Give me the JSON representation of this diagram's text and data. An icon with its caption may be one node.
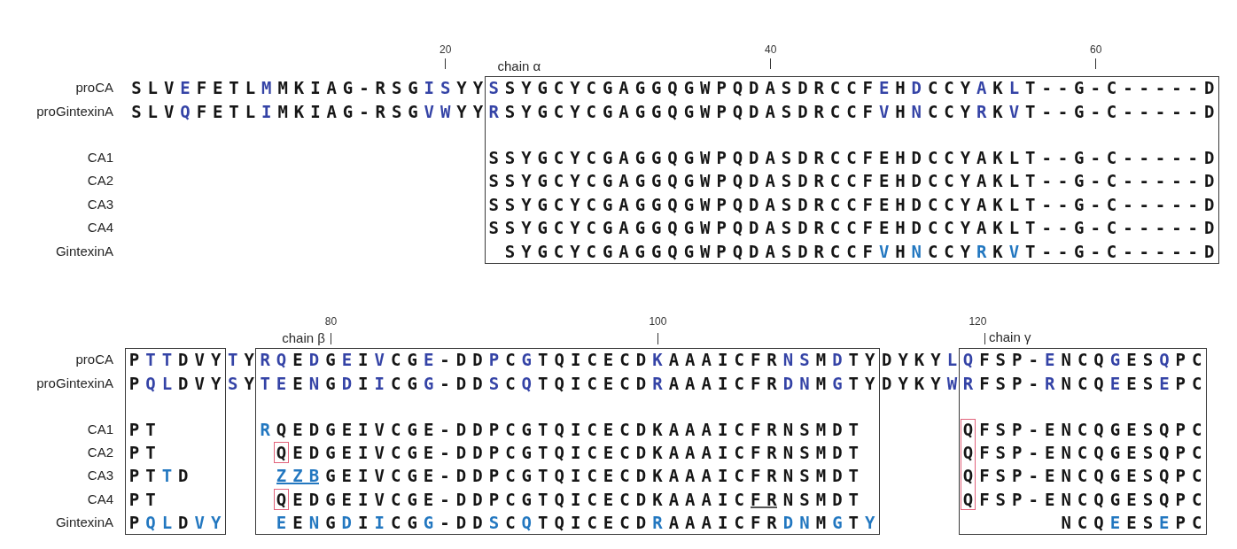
{
  "diagram": {
    "nodes": [
      {
        "text": [
          "chain α",
          "SSYGCYCGAGGQGWPQDASDRCCFEHDCCYAKLT--G-C-----D",
          "RSYGCYCGAGGQGWPQDASDRCCFVHNCCYRKVT--G-C-----D",
          "SSYGCYCGAGGQGWPQDASDRCCFEHDCCYAKLT--G-C-----D",
          "SSYGCYCGAGGQGWPQDASDRCCFEHDCCYAKLT--G-C-----D",
          "SSYGCYCGAGGQGWPQDASDRCCFEHDCCYAKLT--G-C-----D",
          "SSYGCYCGAGGQGWPQDASDRCCFEHDCCYAKLT--G-C-----D",
          "SYGCYCGAGGQGWPQDASDRCCFVHNCCYRKVT--G-C-----D"
        ]
      },
      {
        "text": [
          "PTTDVY",
          "PQLDVY",
          "PT",
          "PT",
          "PTTD",
          "PT",
          "PQLDVY"
        ]
      },
      {
        "text": [
          "chain β",
          "RQEDGEIVCGE-DDPCGTQICECDKAAAICFRNSMDTY",
          "TEENGDIICGG-DDSCQTQICECDRAAAICFRDNMGTY",
          "RQEDGEIVCGE-DDPCGTQICECDKAAAICFRNSMDT",
          "EDGEIVCGE-DDPCGTQICECDKAAAICFRNSMDT",
          "ZZBGEIVCGE-DDPCGTQICECDKAAAICFRNSMDT",
          "EDGEIVCGE-DDPCGTQICECDKAAAICFRNSMDT",
          "EENGDIICGG-DDSCQTQICECDRAAAICFRDNMGTY"
        ]
      },
      {
        "text": [
          "Q"
        ],
        "in": 2
      },
      {
        "text": [
          "Q"
        ],
        "in": 2
      },
      {
        "text": [
          "chain γ",
          "QFSP-ENCQGESQPC",
          "RFSP-RNCQEESEPC",
          "FSP-ENCQGESQPC",
          "FSP-ENCQGESQPC",
          "FSP-ENCQGESQPC",
          "FSP-ENCQGESQPC",
          "NCQEESEPC"
        ]
      },
      {
        "text": [
          "Q",
          "Q",
          "Q",
          "Q"
        ],
        "in": 5
      }
    ],
    "labels": [
      "20",
      "40",
      "60",
      "proCA",
      "SLVEFETLMMKIAG-RSGISYY",
      "proGintexinA",
      "SLVQFETLIMKIAG-RSGVWYY",
      "CA1",
      "CA2",
      "CA3",
      "CA4",
      "GintexinA",
      "80",
      "100",
      "120",
      "proCA",
      "TY",
      "DYKYL",
      "proGintexinA",
      "SY",
      "DYKYW",
      "CA1",
      "CA2",
      "CA3",
      "CA4",
      "GintexinA"
    ]
  }
}
